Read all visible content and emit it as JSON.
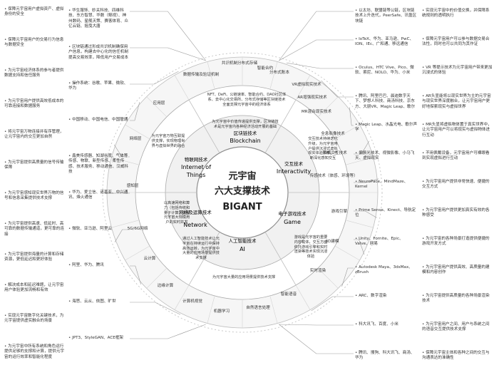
{
  "center": {
    "line1": "元宇宙",
    "line2": "六大支撑技术",
    "line3": "BIGANT"
  },
  "tech": {
    "blockchain": {
      "cn": "区块链技术",
      "en": "Blockchain"
    },
    "interaction": {
      "cn": "交互技术",
      "en": "Interactivity"
    },
    "game": {
      "cn": "电子游戏技术",
      "en": "Game"
    },
    "ai": {
      "cn": "人工智能技术",
      "en": "AI"
    },
    "network": {
      "cn": "网络及运算技术",
      "en": "Network"
    },
    "iot": {
      "cn": "物联网技术",
      "en1": "Internet of",
      "en2": "Things"
    }
  },
  "inner_notes": {
    "blockchain": "为元宇宙中价值传递提供支撑，区块链技术是元宇宙内各种经济活动开展的基础",
    "interaction": "交互技术持续迭代升级，为元宇宙用户提供沉浸式虚拟现实体验阶梯，不断深化感知交互",
    "game": "游戏是元宇宙的重要内容载体，交互方面依托游戏引擎和实时渲染等技术实现沉浸体验",
    "ai": "通过人工智能技术让元宇宙在持续运行中保持高效运转，为元宇宙中大量的应用场景提供技术支撑",
    "network": "以高速网络和算力（包括传统和量子计算）支撑元宇宙大规模用户的实时并发",
    "iot": "为元宇宙万物互联提供支撑，实现物理世界与虚拟世界的融合"
  },
  "sub": {
    "smart_contract": "智能合约",
    "consensus": "共识机制",
    "distributed_storage": "分布式存储",
    "distributed_account": "分布式账本",
    "ar": "AR增强现实技术",
    "vr": "VR虚拟现实技术",
    "mr": "MR混合现实技术",
    "holo": "全息影像技术",
    "bci": "脑机交互技术",
    "sense": "传感技术（体感、环境等）",
    "engine": "游戏引擎",
    "modeling": "3D建模",
    "render": "实时渲染",
    "speech": "智能语音",
    "nlp": "自然语言处理",
    "ml": "机器学习",
    "cv": "计算机视觉",
    "edge": "边缘计算",
    "cloud": "云计算",
    "net5g": "5G/6G网络",
    "sensorlayer": "感知层",
    "netlayer": "网络层",
    "applayer": "应用层",
    "assets": "数据传输及验证机制"
  },
  "ring": {
    "top": "NFT、DeFi、公链速率、智能合约、DAO社区体系、去中心化交易所、分布式存储等区块链技术全面支撑元宇宙中的经济体系",
    "bottom": "为元宇宙大量的应用场景提供技术支撑"
  },
  "right_mid": [
    "以太坊、联盟链等公链，区块链技术上升迭代，PeerSafe、讯盈区块链",
    "IoTeX、华为、亚马逊、PwC、ION、IEc、广和通、移远通信",
    "Oculus、HTC Vive、Pico、微软、索尼、NOLO、华为、小米",
    "腾讯、阿里巴巴、晨迪数字天下、梦想人科技、商汤科技、京东方、大朋VR、Magic Leap、歌尔",
    "Magic Leap、水晶光电、歌尔声学",
    "偏振光技术、视微影像、小马飞天、虚拟现实",
    "NeuroPace、MindMaze、Kernel",
    "Prime Sense、Kinect、导航定位",
    "Unity、Fornite、Epic、Valve、网易",
    "Autodesk Maya、3dsMax、zBrush",
    "ARC、数字渲染",
    "科大讯飞、百度、小米",
    "腾讯、搜狗、科大讯飞、商汤、华为"
  ],
  "right_far": [
    "实现元宇宙中的价值交换，并保障系统规则的透明执行",
    "保障元宇宙用户可以参与数据交易合法性，同时也可以共同为其作证",
    "VR 等提示技术为元宇宙用户带来更加沉浸式的体验",
    "AR头显能将以现实世界为主的元宇宙与现实世界深度融合，让元宇宙用户更好地探索现实与虚拟世界",
    "MR头显将虚拟物体置于真实世界中，让元宇宙用户可以将现实与虚拟物体进行互动",
    "不用佩戴设备，元宇宙用户可裸眼看到实现虚拟进行互动",
    "为元宇宙用户提供非常快速、便捷的交互方式",
    "为元宇宙用户提供更加真实有效的各种感受",
    "为元宇宙的各种场景打造提供便捷的游戏开发方式",
    "为元宇宙用户提供高效、高质量的建模和内容创作",
    "为元宇宙提供高质量的各种场景渲染技术",
    "为元宇宙用户之间、用户与系统之间的语音交互提供技术支撑",
    "保障元宇宙主体和各种之间的交互与沟通表达的准确性"
  ],
  "left_mid": [
    "华生服饰、妙关科技、四维科技、东方智慧、华数（鲸视）、神州数码、星舰天策、赛客体育、众亿云链、摇曳大唐",
    "区块链通过形成共识机制确保用户信息，构建去中心化的信任机制提高交易效率，降低用户交易成本",
    "操作系统：谷歌、苹果、微软、华为",
    "中国移动、中国电信、中国联通",
    "鑫美传感器、知湖谷度、气体等传感、物联、新型传感、柔性传感、技术服务、移动通信、汉威科技",
    "华为、爱立信、诺基亚、中兴通讯、烽火通信",
    "微软、亚马逊、阿里云",
    "阿里、华为、腾讯",
    "海思、云从、依图、旷世",
    "JPT3、StyleGAN、ACE框架"
  ],
  "left_far": [
    "保障元宇宙用户虚拟资产、虚拟身份的安全",
    "保障元宇宙用户的交易行为信息与数据安全",
    "为元宇宙经济体系的参与者提供数据支持和信任服务",
    "为元宇宙用户提供高效低成本的可靠连接和数据服务",
    "将元宇宙万物连接并有序管理，让元宇宙内的交互更加自然",
    "为元宇宙提供高质量的信号传输保障",
    "为元宇宙感知现实世界万物的信号和信息采集提供技术支撑",
    "为元宇宙提供高速、低延时、高可靠的数据传输通道，更可靠的连接",
    "为元宇宙提供海量的计算和存储资源，更低延迟和更好体验",
    "解决成本和延迟难题，让元宇宙用户体验更加流畅和有效",
    "实现元宇宙数字化关键技术，为元宇宙提供虚实融合的场景",
    "为元宇宙中所有系统和角色运行提供足够的支撑和计算，提供元宇宙的运行效率和智能化程度"
  ]
}
